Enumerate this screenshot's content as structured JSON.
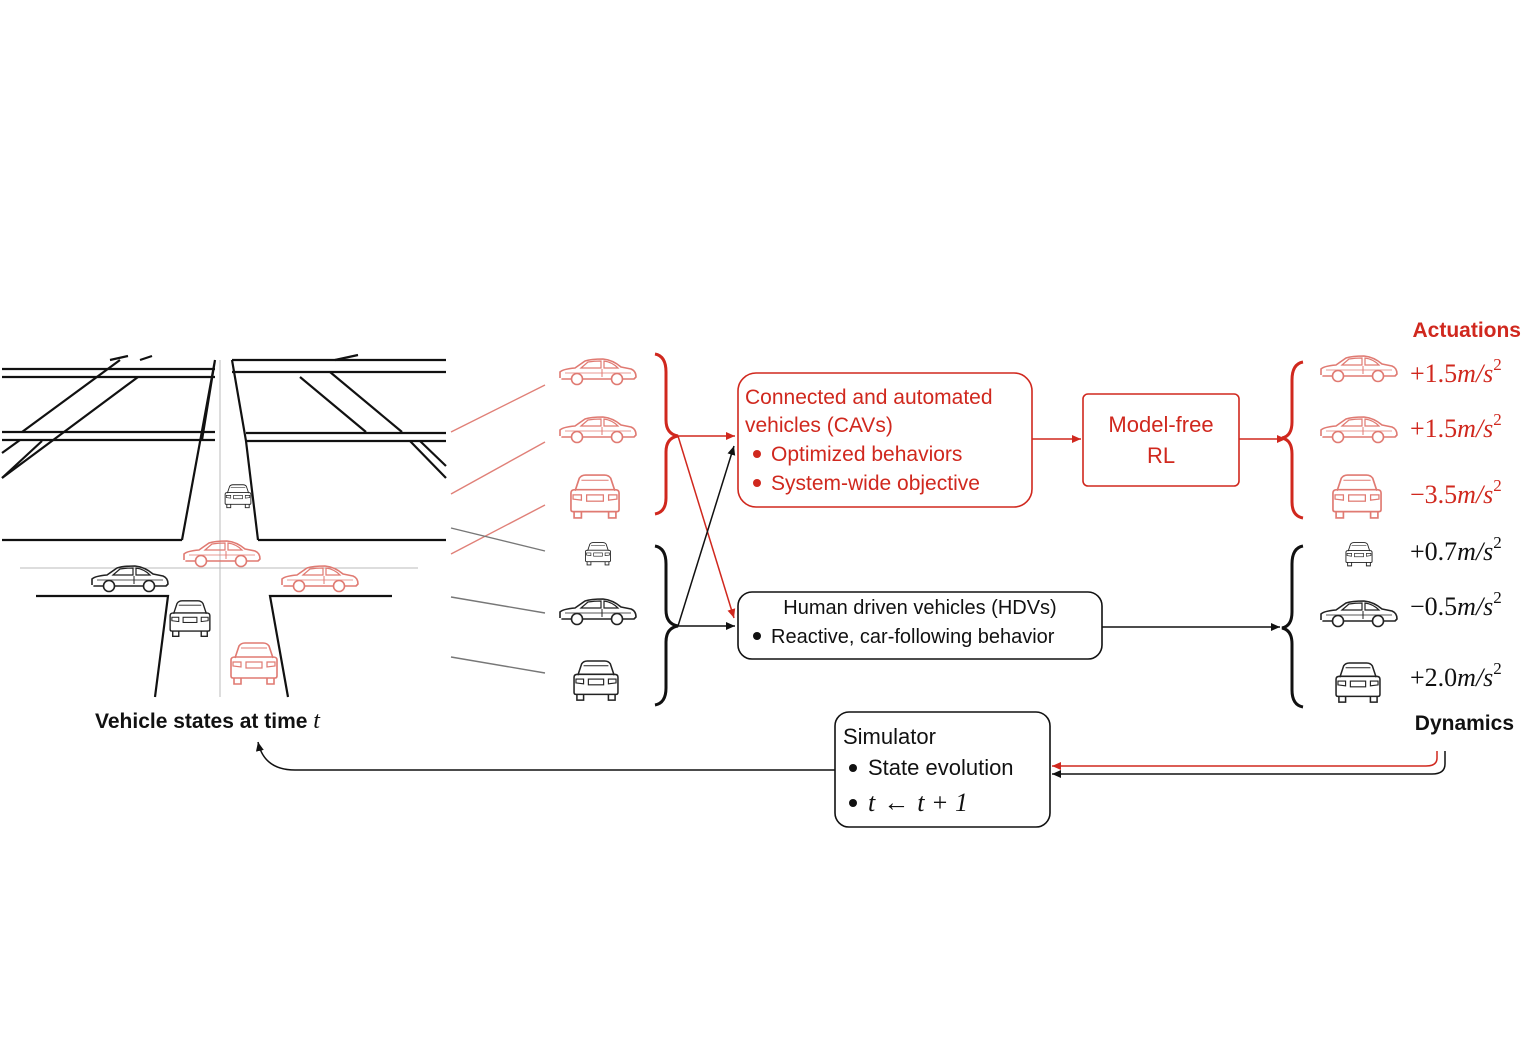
{
  "colors": {
    "cav": "#d0281e",
    "hdv": "#111111",
    "road": "#111111",
    "link_red": "#e08078",
    "link_gray": "#777777"
  },
  "left": {
    "caption_prefix": "Vehicle states at time ",
    "caption_var": "t"
  },
  "cav_box": {
    "line1": "Connected and automated",
    "line2": "vehicles (CAVs)",
    "bullets": [
      "Optimized behaviors",
      "System-wide objective"
    ]
  },
  "rl_box": {
    "line1": "Model-free",
    "line2": "RL"
  },
  "hdv_box": {
    "line1": "Human driven vehicles (HDVs)",
    "bullets": [
      "Reactive, car-following behavior"
    ]
  },
  "sim_box": {
    "title": "Simulator",
    "bullet1": "State evolution",
    "bullet2_lhs": "t",
    "bullet2_arrow": "←",
    "bullet2_rhs": "t + 1"
  },
  "right": {
    "actuations_title": "Actuations",
    "dynamics_title": "Dynamics",
    "cav_actuations": [
      {
        "sign": "+",
        "value": "1.5",
        "unit": "m/s"
      },
      {
        "sign": "+",
        "value": "1.5",
        "unit": "m/s"
      },
      {
        "sign": "−",
        "value": "3.5",
        "unit": "m/s"
      }
    ],
    "hdv_dynamics": [
      {
        "sign": "+",
        "value": "0.7",
        "unit": "m/s"
      },
      {
        "sign": "−",
        "value": "0.5",
        "unit": "m/s"
      },
      {
        "sign": "+",
        "value": "2.0",
        "unit": "m/s"
      }
    ],
    "exponent": "2"
  },
  "icons": {
    "cav_list": [
      "car-side-icon",
      "car-side-icon",
      "car-rear-icon"
    ],
    "hdv_list": [
      "car-rear-small-icon",
      "car-side-icon",
      "car-rear-icon"
    ]
  }
}
